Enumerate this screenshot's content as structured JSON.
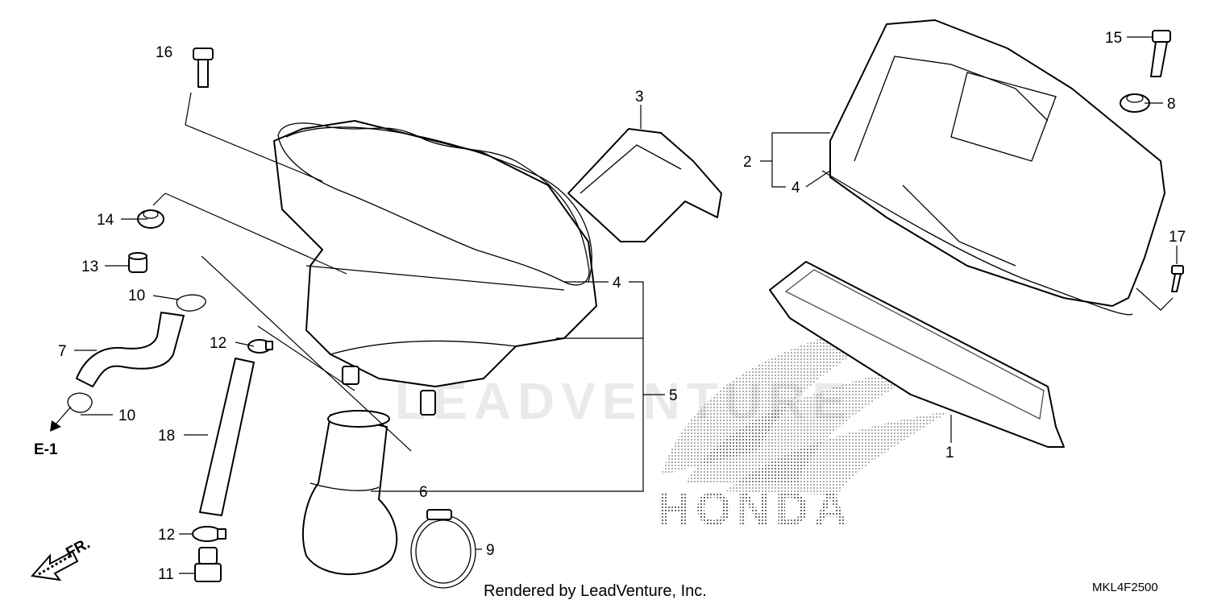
{
  "callouts": [
    {
      "id": "c16",
      "text": "16"
    },
    {
      "id": "c14",
      "text": "14"
    },
    {
      "id": "c13",
      "text": "13"
    },
    {
      "id": "c10a",
      "text": "10"
    },
    {
      "id": "c7",
      "text": "7"
    },
    {
      "id": "c10b",
      "text": "10"
    },
    {
      "id": "c12a",
      "text": "12"
    },
    {
      "id": "c18",
      "text": "18"
    },
    {
      "id": "c12b",
      "text": "12"
    },
    {
      "id": "c11",
      "text": "11"
    },
    {
      "id": "c3",
      "text": "3"
    },
    {
      "id": "c4a",
      "text": "4"
    },
    {
      "id": "c5",
      "text": "5"
    },
    {
      "id": "c6",
      "text": "6"
    },
    {
      "id": "c9",
      "text": "9"
    },
    {
      "id": "c2",
      "text": "2"
    },
    {
      "id": "c4b",
      "text": "4"
    },
    {
      "id": "c15",
      "text": "15"
    },
    {
      "id": "c8",
      "text": "8"
    },
    {
      "id": "c17",
      "text": "17"
    },
    {
      "id": "c1",
      "text": "1"
    }
  ],
  "reference": "E-1",
  "front_marker": "FR.",
  "watermark": "LEADVENTURE",
  "brand_logo": "HONDA",
  "credit": "Rendered by LeadVenture, Inc.",
  "diagram_code": "MKL4F2500"
}
